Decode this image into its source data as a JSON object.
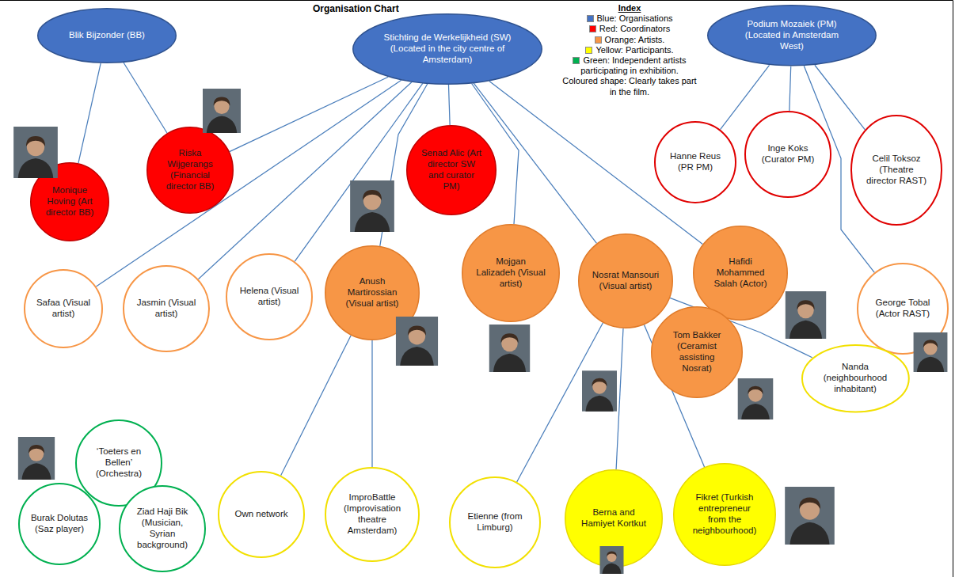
{
  "diagram": {
    "title": "Organisation Chart",
    "nodes": [
      {
        "text": [
          "Blik Bijzonder (BB)"
        ]
      },
      {
        "text": [
          "Stichting de Werkelijkheid (SW) (Located in the city centre of Amsterdam)"
        ]
      },
      {
        "text": [
          "Podium Mozaiek (PM) (Located in Amsterdam West)"
        ]
      },
      {
        "text": [
          "Monique Hoving (Art director BB)"
        ]
      },
      {
        "text": [
          "Riska Wijgerangs (Financial director BB)"
        ]
      },
      {
        "text": [
          "Senad Alic (Art director SW and curator PM)"
        ]
      },
      {
        "text": [
          "Hanne Reus (PR PM)"
        ]
      },
      {
        "text": [
          "Inge Koks (Curator PM)"
        ]
      },
      {
        "text": [
          "Celil Toksoz (Theatre director RAST)"
        ]
      },
      {
        "text": [
          "Safaa (Visual artist)"
        ]
      },
      {
        "text": [
          "Jasmin (Visual artist)"
        ]
      },
      {
        "text": [
          "Helena (Visual artist)"
        ]
      },
      {
        "text": [
          "Anush Martirossian (Visual artist)"
        ]
      },
      {
        "text": [
          "Mojgan Lalizadeh (Visual artist)"
        ]
      },
      {
        "text": [
          "Nosrat Mansouri (Visual artist)"
        ]
      },
      {
        "text": [
          "Hafidi Mohammed Salah (Actor)"
        ]
      },
      {
        "text": [
          "George Tobal (Actor RAST)"
        ]
      },
      {
        "text": [
          "Tom Bakker (Ceramist assisting Nosrat)"
        ]
      },
      {
        "text": [
          "Nanda (neighbourhood inhabitant)"
        ]
      },
      {
        "text": [
          "‘Toeters en Bellen’ (Orchestra)"
        ]
      },
      {
        "text": [
          "Burak Dolutas (Saz player)"
        ]
      },
      {
        "text": [
          "Ziad Haji Bik (Musician, Syrian background)"
        ]
      },
      {
        "text": [
          "Own network"
        ]
      },
      {
        "text": [
          "ImproBattle (Improvisation theatre Amsterdam)"
        ]
      },
      {
        "text": [
          "Etienne (from Limburg)"
        ]
      },
      {
        "text": [
          "Berna and Hamiyet Kortkut"
        ]
      },
      {
        "text": [
          "Fikret (Turkish entrepreneur from the neighbourhood)"
        ]
      }
    ],
    "edges": [
      {
        "from": 0,
        "to": 3,
        "arrow": "none"
      },
      {
        "from": 0,
        "to": 4,
        "arrow": "none"
      },
      {
        "from": 1,
        "to": 4,
        "arrow": "none"
      },
      {
        "from": 1,
        "to": 9,
        "arrow": "none"
      },
      {
        "from": 1,
        "to": 10,
        "arrow": "none"
      },
      {
        "from": 1,
        "to": 11,
        "arrow": "none"
      },
      {
        "from": 1,
        "to": 12,
        "arrow": "none"
      },
      {
        "from": 1,
        "to": 5,
        "arrow": "none"
      },
      {
        "from": 1,
        "to": 13,
        "arrow": "none"
      },
      {
        "from": 1,
        "to": 14,
        "arrow": "none"
      },
      {
        "from": 1,
        "to": 15,
        "arrow": "none"
      },
      {
        "from": 2,
        "to": 6,
        "arrow": "none"
      },
      {
        "from": 2,
        "to": 7,
        "arrow": "none"
      },
      {
        "from": 2,
        "to": 8,
        "arrow": "none"
      },
      {
        "from": 2,
        "to": 16,
        "arrow": "none"
      },
      {
        "from": 12,
        "to": 22,
        "arrow": "none"
      },
      {
        "from": 12,
        "to": 23,
        "arrow": "none"
      },
      {
        "from": 14,
        "to": 24,
        "arrow": "none"
      },
      {
        "from": 14,
        "to": 25,
        "arrow": "none"
      },
      {
        "from": 14,
        "to": 26,
        "arrow": "none"
      },
      {
        "from": 14,
        "to": 18,
        "arrow": "none"
      }
    ],
    "labels": [
      "Index"
    ],
    "legend": [
      {
        "text": "Blue: Organisations",
        "color": "#4472c4"
      },
      {
        "text": "Red: Coordinators",
        "color": "#ff0000"
      },
      {
        "text": "Orange: Artists.",
        "color": "#f79646"
      },
      {
        "text": "Yellow: Participants.",
        "color": "#ffff00"
      },
      {
        "text": "Green: Independent artists participating in exhibition.",
        "color": "#00b050"
      },
      {
        "text": "Coloured shape: Clearly takes part in the film."
      }
    ]
  }
}
